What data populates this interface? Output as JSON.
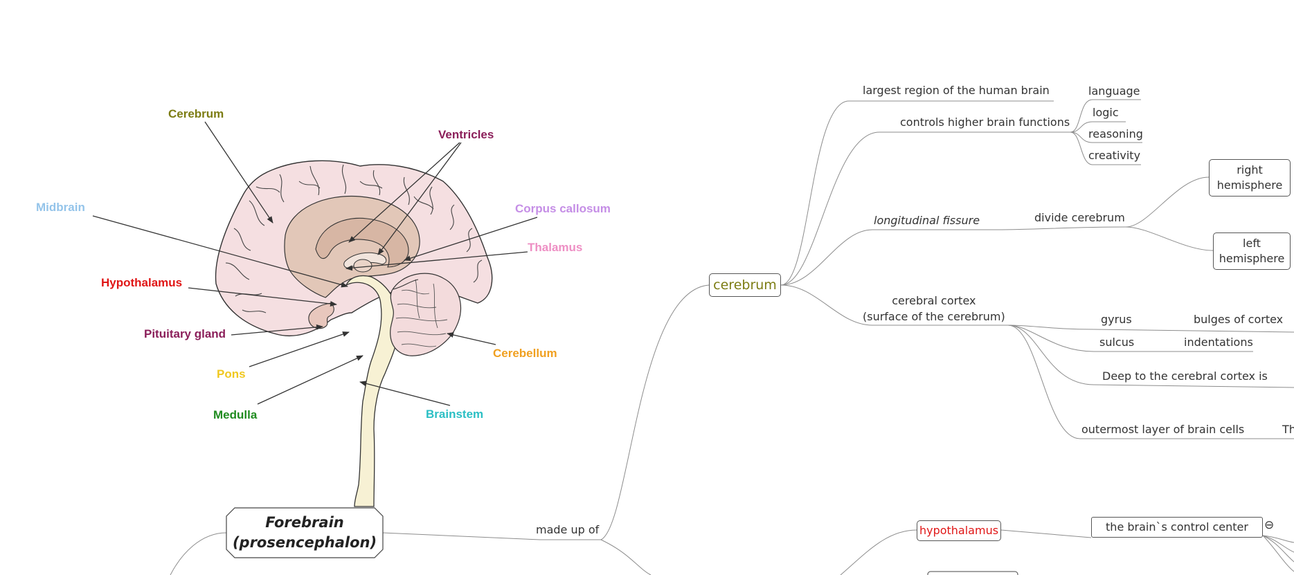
{
  "illustration": {
    "labels": {
      "cerebrum": "Cerebrum",
      "ventricles": "Ventricles",
      "midbrain": "Midbrain",
      "corpus_callosum": "Corpus callosum",
      "thalamus": "Thalamus",
      "hypothalamus": "Hypothalamus",
      "pituitary": "Pituitary gland",
      "cerebellum": "Cerebellum",
      "pons": "Pons",
      "brainstem": "Brainstem",
      "medulla": "Medulla"
    },
    "colors": {
      "cerebrum": "#7c7c13",
      "ventricles": "#8b1f5a",
      "midbrain": "#94c4ea",
      "corpus_callosum": "#c58ee6",
      "thalamus": "#ee8fc4",
      "hypothalamus": "#e01616",
      "pituitary": "#8b1f5a",
      "cerebellum": "#f0a020",
      "pons": "#f0c820",
      "brainstem": "#2bbfc4",
      "medulla": "#1f8b1f"
    }
  },
  "mindmap": {
    "root": {
      "line1": "Forebrain",
      "line2": "(prosencephalon)"
    },
    "made_up_of": "made up of",
    "cerebrum": {
      "label": "cerebrum",
      "color": "#7c7c13",
      "largest": "largest region of the human brain",
      "controls": "controls higher brain functions",
      "functions": [
        "language",
        "logic",
        "reasoning",
        "creativity"
      ],
      "fissure": "longitudinal fissure",
      "divide": "divide cerebrum",
      "right_line1": "right",
      "right_line2": "hemisphere",
      "left_line1": "left",
      "left_line2": "hemisphere",
      "cortex_line1": "cerebral cortex",
      "cortex_line2": "(surface of the cerebrum)",
      "gyrus": "gyrus",
      "gyrus_desc": "bulges of cortex",
      "sulcus": "sulcus",
      "sulcus_desc": "indentations",
      "deep": "Deep to the cerebral cortex is",
      "outermost": "outermost layer of brain cells",
      "outermost_cut": "Th"
    },
    "hypothalamus": {
      "label": "hypothalamus",
      "color": "#e01616",
      "control_center": "the brain`s control center",
      "collapse_symbol": "⊖"
    }
  }
}
